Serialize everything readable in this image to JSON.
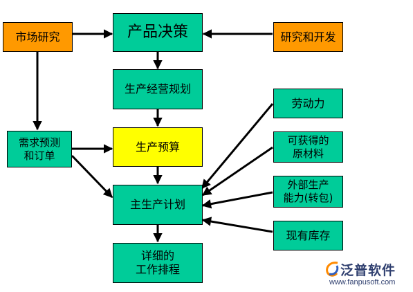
{
  "nodes": {
    "market_research": "市场研究",
    "product_decision": "产品决策",
    "research_dev": "研究和开发",
    "production_planning": "生产经营规划",
    "labor": "劳动力",
    "demand_forecast": "需求预测\n和订单",
    "production_budget": "生产预算",
    "raw_materials": "可获得的\n原材料",
    "outsourcing": "外部生产\n能力(转包)",
    "master_schedule": "主生产计划",
    "inventory": "现有库存",
    "detailed_schedule": "详细的\n工作排程"
  },
  "logo": {
    "name": "泛普软件",
    "url": "www.fanpusoft.com"
  },
  "colors": {
    "green": "#00cc99",
    "orange": "#ff9900",
    "yellow": "#ffff00"
  }
}
